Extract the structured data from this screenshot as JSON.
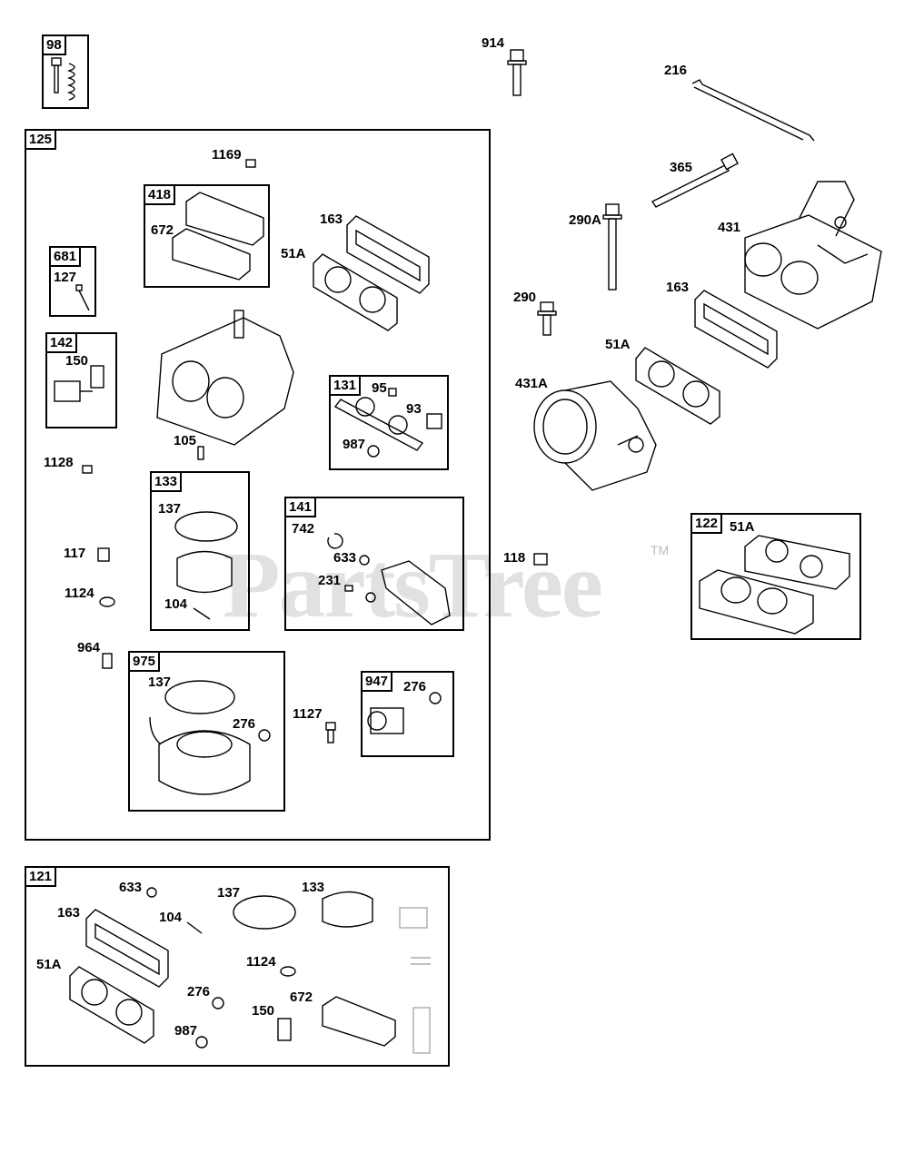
{
  "watermark": {
    "text": "PartsTree",
    "tm": "TM"
  },
  "groups": {
    "g98": "98",
    "g125": "125",
    "g418": "418",
    "g681": "681",
    "g142": "142",
    "g131": "131",
    "g133": "133",
    "g141": "141",
    "g975": "975",
    "g947": "947",
    "g121": "121",
    "g122": "122"
  },
  "parts": {
    "p914": "914",
    "p216": "216",
    "p365": "365",
    "p290A": "290A",
    "p431": "431",
    "p163_r": "163",
    "p290": "290",
    "p51A_r": "51A",
    "p431A": "431A",
    "p118": "118",
    "p51A_122": "51A",
    "p1169": "1169",
    "p672_418": "672",
    "p163_125": "163",
    "p51A_125": "51A",
    "p127": "127",
    "p150_142": "150",
    "p95": "95",
    "p93": "93",
    "p987_131": "987",
    "p105": "105",
    "p1128": "1128",
    "p137_133": "137",
    "p104_133": "104",
    "p742": "742",
    "p633_141": "633",
    "p231": "231",
    "p117": "117",
    "p1124_125": "1124",
    "p964": "964",
    "p137_975": "137",
    "p276_975": "276",
    "p1127": "1127",
    "p276_947": "276",
    "p633_121": "633",
    "p137_121": "137",
    "p133_121": "133",
    "p163_121": "163",
    "p104_121": "104",
    "p51A_121": "51A",
    "p1124_121": "1124",
    "p276_121": "276",
    "p150_121": "150",
    "p672_121": "672",
    "p987_121": "987"
  }
}
